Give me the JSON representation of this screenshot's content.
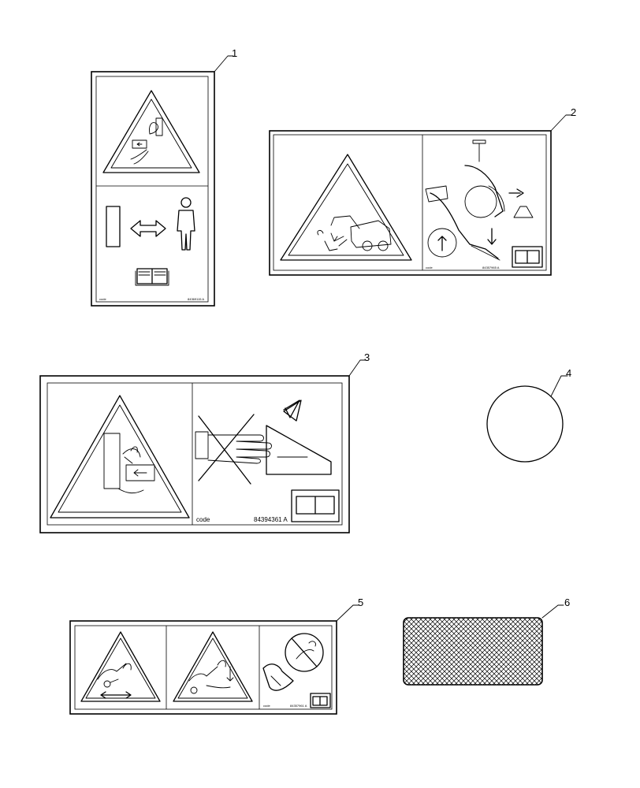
{
  "callouts": {
    "c1": "1",
    "c2": "2",
    "c3": "3",
    "c4": "4",
    "c5": "5",
    "c6": "6"
  },
  "decals": {
    "d1": {
      "brand": "code",
      "part_number": "84369115 A"
    },
    "d2": {
      "brand": "code",
      "part_number": "84357965 A"
    },
    "d3": {
      "brand": "code",
      "part_number": "84394361 A"
    },
    "d5": {
      "brand": "code",
      "part_number": "84357961 A"
    }
  },
  "icons": {
    "warning": "warning-triangle-icon",
    "manual": "operator-manual-icon",
    "person": "person-icon",
    "arrow": "double-arrow-icon",
    "no_hand": "no-hands-icon"
  }
}
